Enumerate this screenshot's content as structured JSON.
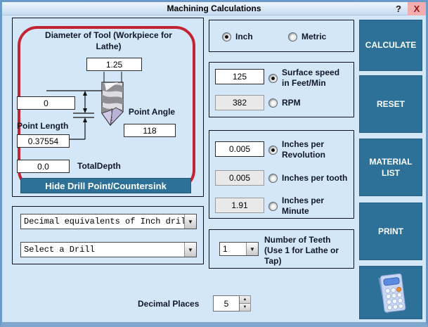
{
  "window": {
    "title": "Machining Calculations"
  },
  "icons": {
    "help": "?",
    "close": "X",
    "dropdown_arrow": "▼",
    "spin_up": "▲",
    "spin_down": "▼"
  },
  "tool_panel": {
    "title": "Diameter of Tool (Workpiece for\nLathe)",
    "diameter_value": "1.25",
    "depth_value": "0",
    "point_angle_label": "Point Angle",
    "point_angle_value": "118",
    "point_length_label": "Point Length",
    "point_length_value": "0.37554",
    "total_depth_value": "0.0",
    "total_depth_label": "TotalDepth",
    "hide_button_label": "Hide Drill Point/Countersink"
  },
  "drill_selects": {
    "series_value": "Decimal equivalents of Inch dril",
    "drill_value": "Select a Drill"
  },
  "units": {
    "inch_label": "Inch",
    "metric_label": "Metric"
  },
  "speed": {
    "surface_value": "125",
    "surface_label": "Surface speed\nin Feet/Min",
    "rpm_value": "382",
    "rpm_label": "RPM"
  },
  "feed": {
    "per_revolution_value": "0.005",
    "per_revolution_label": "Inches per\nRevolution",
    "per_tooth_value": "0.005",
    "per_tooth_label": "Inches per tooth",
    "per_minute_value": "1.91",
    "per_minute_label": "Inches per\nMinute"
  },
  "teeth": {
    "value": "1",
    "label": "Number of Teeth\n(Use 1 for Lathe or\nTap)"
  },
  "decimal_places": {
    "label": "Decimal Places",
    "value": "5"
  },
  "actions": {
    "calculate": "CALCULATE",
    "reset": "RESET",
    "material_list": "MATERIAL LIST",
    "print": "PRINT"
  },
  "colors": {
    "accent_teal": "#2d7198",
    "highlight_red": "#c32432",
    "window_bg": "#d3e7f8",
    "close_bg": "#f2aeae"
  }
}
